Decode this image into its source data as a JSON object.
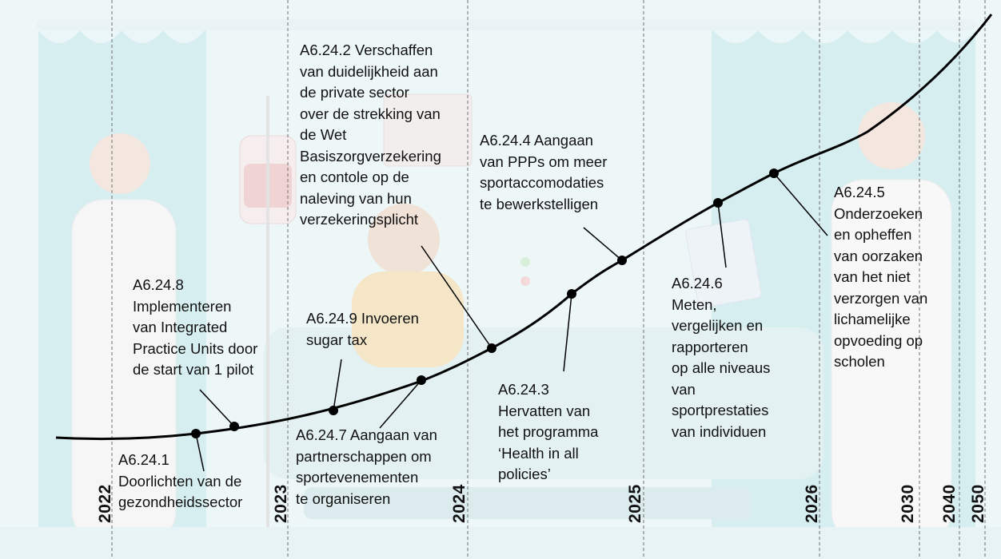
{
  "colors": {
    "background_tint": "#e6f4f6",
    "curtain": "#d9eef1",
    "accent_teal": "#cfeaee",
    "curve": "#000000",
    "text": "#111111",
    "gridline": "#6f6f6f"
  },
  "timeline": {
    "years": [
      {
        "id": "y2022",
        "label": "2022"
      },
      {
        "id": "y2023",
        "label": "2023"
      },
      {
        "id": "y2024",
        "label": "2024"
      },
      {
        "id": "y2025",
        "label": "2025"
      },
      {
        "id": "y2026",
        "label": "2026"
      },
      {
        "id": "y2030",
        "label": "2030"
      },
      {
        "id": "y2040",
        "label": "2040"
      },
      {
        "id": "y2050",
        "label": "2050"
      }
    ],
    "milestones": [
      {
        "code": "A6.24.1",
        "text": "A6.24.1\nDoorlichten van de\ngezondheidssector"
      },
      {
        "code": "A6.24.8",
        "text": "A6.24.8\nImplementeren\nvan Integrated\nPractice Units door\nde start van 1 pilot"
      },
      {
        "code": "A6.24.9",
        "text": "A6.24.9 Invoeren\nsugar tax"
      },
      {
        "code": "A6.24.7",
        "text": "A6.24.7 Aangaan van\npartnerschappen om\nsportevenementen\nte organiseren"
      },
      {
        "code": "A6.24.2",
        "text": "A6.24.2 Verschaffen\nvan duidelijkheid aan\nde private sector\nover de strekking van\nde Wet\nBasiszorgverzekering\nen contole op de\nnaleving van hun\nverzekeringsplicht"
      },
      {
        "code": "A6.24.3",
        "text": "A6.24.3\nHervatten van\nhet programma\n‘Health in all\npolicies’"
      },
      {
        "code": "A6.24.4",
        "text": "A6.24.4 Aangaan\nvan PPPs om meer\nsportaccomodaties\nte bewerkstelligen"
      },
      {
        "code": "A6.24.6",
        "text": "A6.24.6\nMeten,\nvergelijken en\nrapporteren\nop alle niveaus\nvan\nsportprestaties\nvan individuen"
      },
      {
        "code": "A6.24.5",
        "text": "A6.24.5\nOnderzoeken\nen opheffen\nvan oorzaken\nvan het niet\nverzorgen van\nlichamelijke\nopvoeding op\nscholen"
      }
    ]
  }
}
